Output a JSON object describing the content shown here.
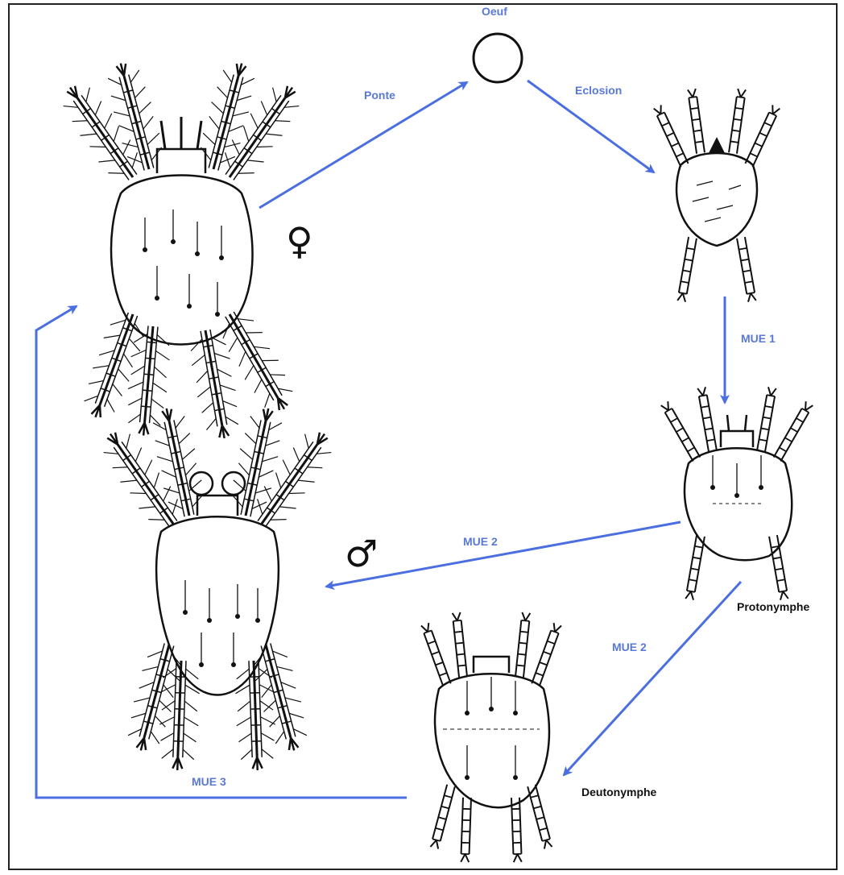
{
  "colors": {
    "arrow": "#4b6fe0",
    "label": "#5a78d6",
    "drawing": "#111111"
  },
  "labels": {
    "egg": "Oeuf",
    "laying": "Ponte",
    "hatching": "Eclosion",
    "moult1": "MUE 1",
    "moult2_male": "MUE 2",
    "moult2_deuto": "MUE 2",
    "moult3": "MUE 3",
    "protonymph": "Protonymphe",
    "deutonymph": "Deutonymphe"
  },
  "symbols": {
    "female": "♀",
    "male": "♂"
  },
  "icons": [
    "egg-icon",
    "female-mite-icon",
    "male-mite-icon",
    "larva-icon",
    "protonymph-icon",
    "deutonymph-icon",
    "female-symbol-icon",
    "male-symbol-icon"
  ]
}
